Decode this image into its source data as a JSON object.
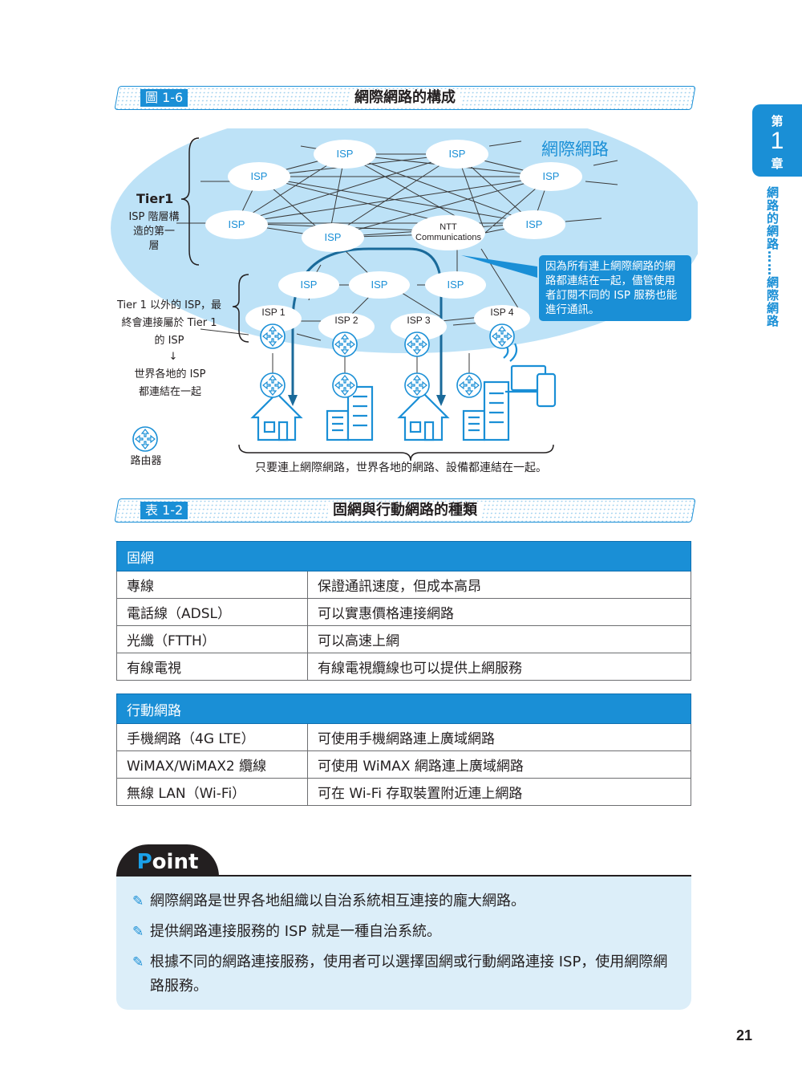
{
  "chapter": {
    "top": "第",
    "number": "1",
    "bottom": "章",
    "vertical_title": "網路的網路……網際網路"
  },
  "figure": {
    "label": "圖 1-6",
    "title": "網際網路的構成",
    "internet_label": "網際網路",
    "tier1_title": "Tier1",
    "tier1_desc": "ISP 階層構造的第一層",
    "non_tier1_desc": "Tier 1 以外的 ISP，最終會連接屬於 Tier 1 的 ISP",
    "arrow": "↓",
    "world_desc": "世界各地的 ISP 都連結在一起",
    "router_legend": "路由器",
    "isp_label": "ISP",
    "ntt_label": "NTT Communications",
    "isp1": "ISP 1",
    "isp2": "ISP 2",
    "isp3": "ISP 3",
    "isp4": "ISP 4",
    "callout": "因為所有連上網際網路的網路都連結在一起，儘管使用者訂閱不同的 ISP 服務也能進行通訊。",
    "bottom_note": "只要連上網際網路，世界各地的網路、設備都連結在一起。"
  },
  "table": {
    "label": "表 1-2",
    "title": "固網與行動網路的種類",
    "fixed": {
      "header": "固網",
      "rows": [
        [
          "專線",
          "保證通訊速度，但成本高昂"
        ],
        [
          "電話線（ADSL）",
          "可以實惠價格連接網路"
        ],
        [
          "光纖（FTTH）",
          "可以高速上網"
        ],
        [
          "有線電視",
          "有線電視纜線也可以提供上網服務"
        ]
      ]
    },
    "mobile": {
      "header": "行動網路",
      "rows": [
        [
          "手機網路（4G LTE）",
          "可使用手機網路連上廣域網路"
        ],
        [
          "WiMAX/WiMAX2 纜線",
          "可使用 WiMAX 網路連上廣域網路"
        ],
        [
          "無線 LAN（Wi-Fi）",
          "可在 Wi-Fi 存取裝置附近連上網路"
        ]
      ]
    }
  },
  "point": {
    "badge_first": "P",
    "badge_rest": "oint",
    "items": [
      "網際網路是世界各地組織以自治系統相互連接的龐大網路。",
      "提供網路連接服務的 ISP 就是一種自治系統。",
      "根據不同的網路連接服務，使用者可以選擇固網或行動網路連接 ISP，使用網際網路服務。"
    ]
  },
  "page_number": "21",
  "colors": {
    "accent": "#1a8fd6",
    "ellipse": "#bde2f7",
    "point_bg": "#dceef9",
    "text": "#231f20"
  }
}
